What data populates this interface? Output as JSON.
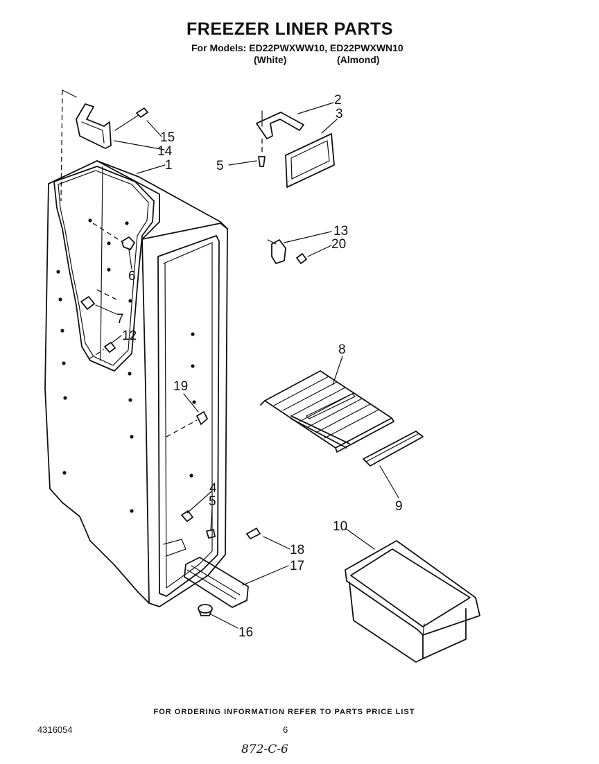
{
  "header": {
    "title": "FREEZER LINER PARTS",
    "models": "For Models: ED22PWXWW10, ED22PWXWN10",
    "color_white": "(White)",
    "color_almond": "(Almond)"
  },
  "callouts": {
    "c1": "1",
    "c2": "2",
    "c3": "3",
    "c4": "4",
    "c5a": "5",
    "c5b": "5",
    "c6": "6",
    "c7": "7",
    "c8": "8",
    "c9": "9",
    "c10": "10",
    "c12": "12",
    "c13": "13",
    "c14": "14",
    "c15": "15",
    "c16": "16",
    "c17": "17",
    "c18": "18",
    "c19": "19",
    "c20": "20"
  },
  "footer": {
    "note": "FOR ORDERING INFORMATION REFER TO PARTS PRICE LIST",
    "doc_number": "4316054",
    "page": "6",
    "handwritten": "872-C-6"
  },
  "colors": {
    "ink": "#111111",
    "paper": "#ffffff"
  }
}
